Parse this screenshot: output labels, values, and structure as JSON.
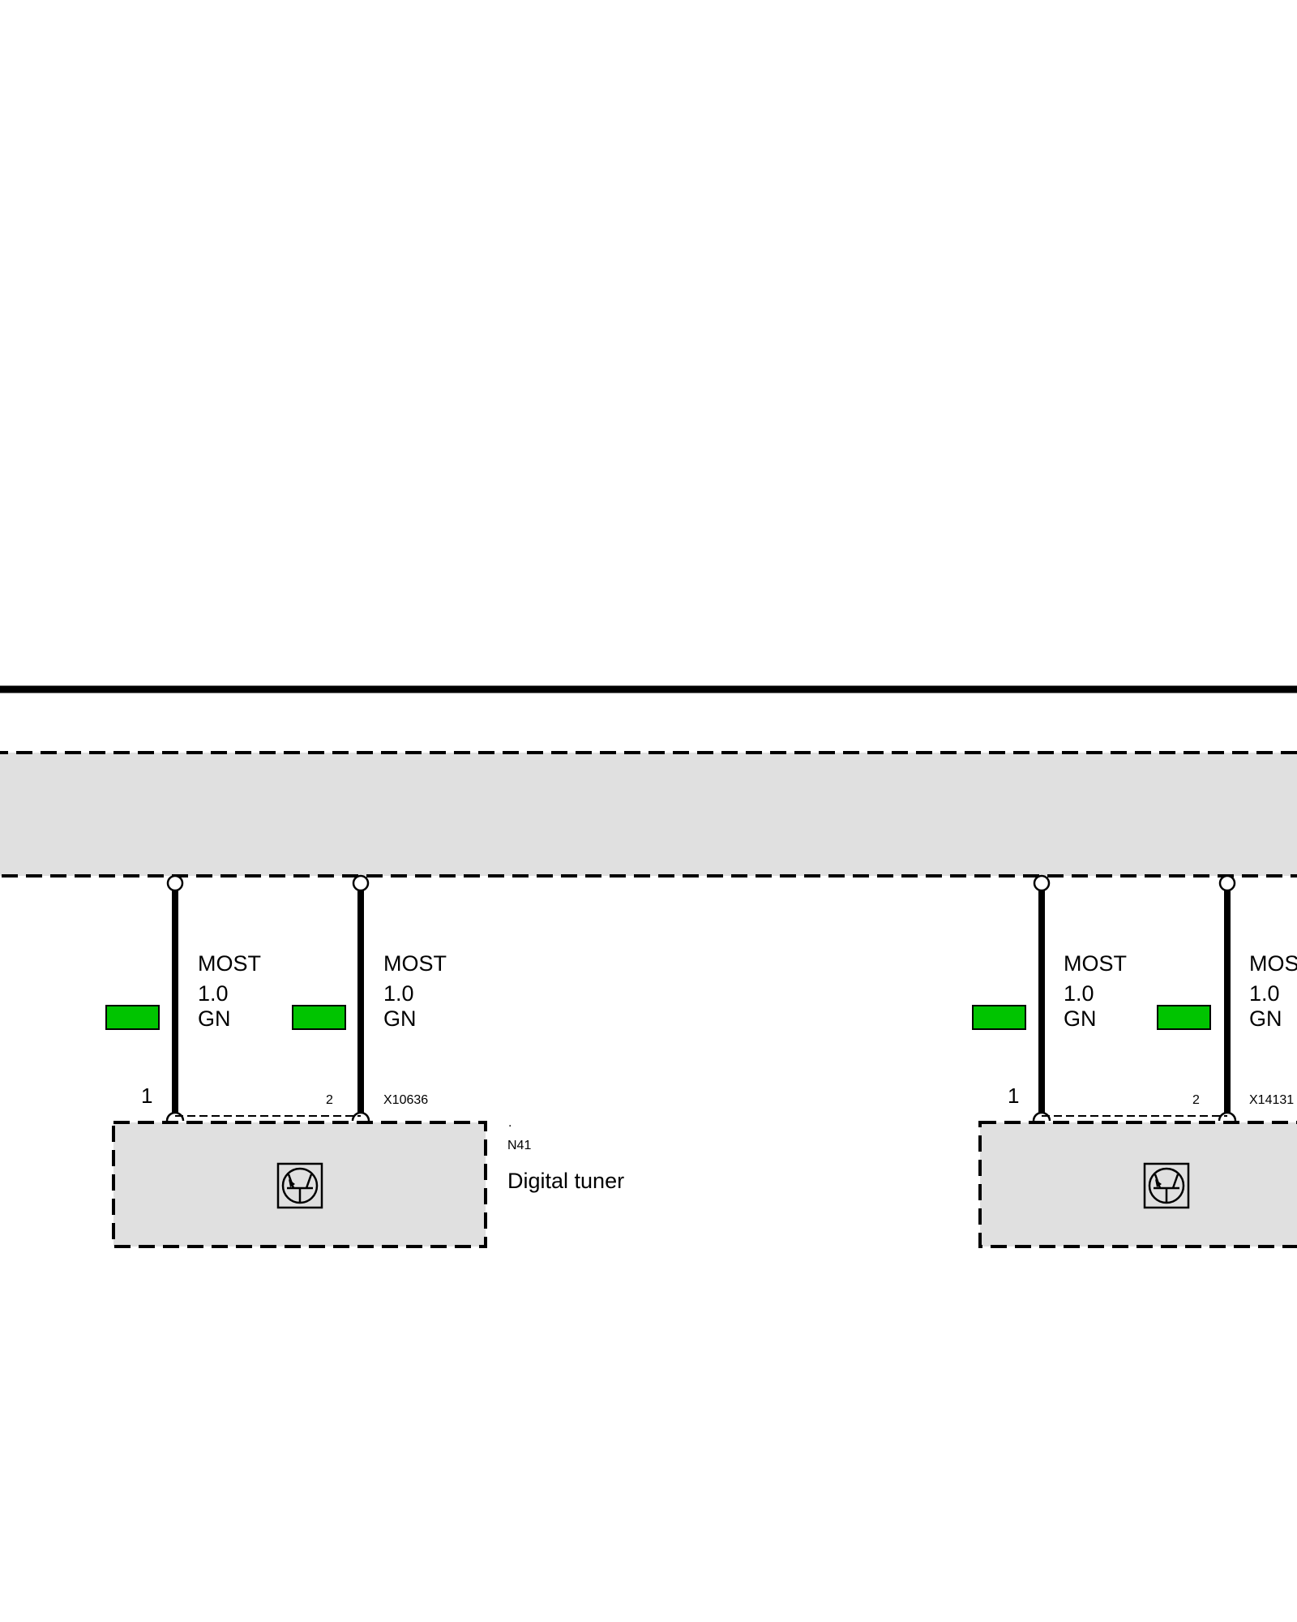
{
  "colors": {
    "wire": "#000000",
    "module_fill": "#e0e0e0",
    "wire_tag": "#00c400"
  },
  "wires": [
    {
      "signal": "MOST",
      "size": "1.0",
      "color_code": "GN",
      "pin": "1"
    },
    {
      "signal": "MOST",
      "size": "1.0",
      "color_code": "GN",
      "pin": "2",
      "connector": "X10636"
    },
    {
      "signal": "MOST",
      "size": "1.0",
      "color_code": "GN",
      "pin": "1"
    },
    {
      "signal": "MOST",
      "size": "1.0",
      "color_code": "GN",
      "pin": "2",
      "connector": "X14131"
    }
  ],
  "components": [
    {
      "dot": ".",
      "id": "N41",
      "name": "Digital tuner",
      "icon": "transistor-icon"
    },
    {
      "icon": "transistor-icon"
    }
  ]
}
